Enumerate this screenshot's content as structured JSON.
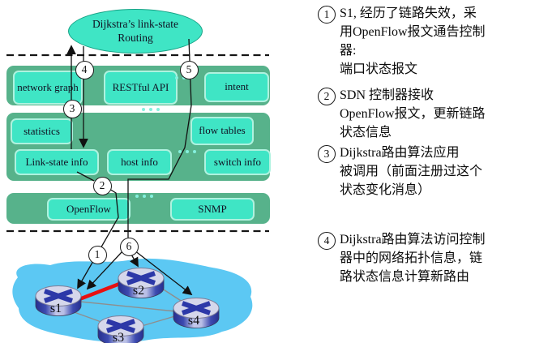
{
  "figure": {
    "controller": {
      "routing_app": {
        "line1": "Dijkstra’s link-state",
        "line2": "Routing"
      },
      "northbound_layer": {
        "boxes": [
          "network graph",
          "RESTful API",
          "intent"
        ]
      },
      "state_layer": {
        "row1": [
          "statistics",
          "flow tables"
        ],
        "row2": [
          "Link-state info",
          "host info",
          "switch info"
        ]
      },
      "southbound_layer": {
        "boxes": [
          "OpenFlow",
          "SNMP"
        ]
      }
    },
    "callouts": {
      "c1": "1",
      "c2": "2",
      "c3": "3",
      "c4": "4",
      "c5": "5",
      "c6": "6"
    },
    "network": {
      "switches": [
        "s1",
        "s2",
        "s3",
        "s4"
      ]
    },
    "colors": {
      "layer_band": "#57b28b",
      "component_box": "#3fe5c5",
      "network_cloud": "#5cc8f3",
      "failed_link": "#e81010"
    }
  },
  "notes": [
    {
      "num": "1",
      "lines": [
        "S1, 经历了链路失效，采",
        "用OpenFlow报文通告控制",
        "器:",
        "端口状态报文"
      ]
    },
    {
      "num": "2",
      "lines": [
        "SDN 控制器接收",
        "OpenFlow报文，更新链路",
        "状态信息"
      ]
    },
    {
      "num": "3",
      "lines": [
        "Dijkstra路由算法应用",
        "被调用（前面注册过这个",
        "状态变化消息）"
      ]
    },
    {
      "num": "4",
      "lines": [
        "Dijkstra路由算法访问控制",
        "器中的网络拓扑信息，链",
        "路状态信息计算新路由"
      ]
    }
  ]
}
